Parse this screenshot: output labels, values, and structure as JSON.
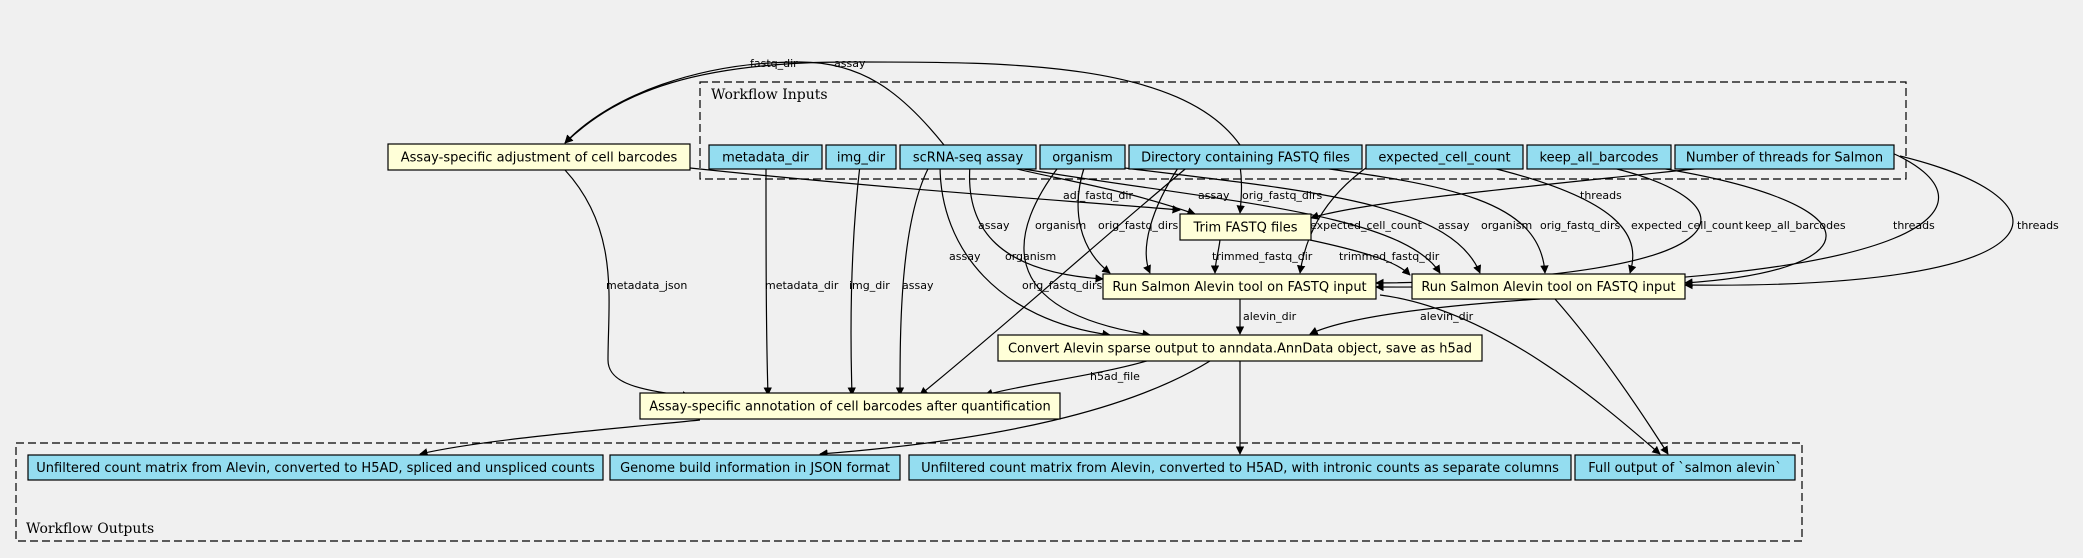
{
  "colors": {
    "background": "#f0f0f0",
    "io_node": "#94ddf0",
    "step_node": "#ffffd8",
    "stroke": "#000000"
  },
  "clusters": {
    "inputs": {
      "label": "Workflow Inputs"
    },
    "outputs": {
      "label": "Workflow Outputs"
    }
  },
  "nodes": {
    "in_metadata_dir": {
      "label": "metadata_dir",
      "kind": "input"
    },
    "in_img_dir": {
      "label": "img_dir",
      "kind": "input"
    },
    "in_assay": {
      "label": "scRNA-seq assay",
      "kind": "input"
    },
    "in_organism": {
      "label": "organism",
      "kind": "input"
    },
    "in_fastq_dir": {
      "label": "Directory containing FASTQ files",
      "kind": "input"
    },
    "in_expected_cell_count": {
      "label": "expected_cell_count",
      "kind": "input"
    },
    "in_keep_all_barcodes": {
      "label": "keep_all_barcodes",
      "kind": "input"
    },
    "in_threads": {
      "label": "Number of threads for Salmon",
      "kind": "input"
    },
    "step_adjust_barcodes": {
      "label": "Assay-specific adjustment of cell barcodes",
      "kind": "step"
    },
    "step_trim_fastq": {
      "label": "Trim FASTQ files",
      "kind": "step"
    },
    "step_salmon_1": {
      "label": "Run Salmon Alevin tool on FASTQ input",
      "kind": "step"
    },
    "step_salmon_2": {
      "label": "Run Salmon Alevin tool on FASTQ input",
      "kind": "step"
    },
    "step_convert": {
      "label": "Convert Alevin sparse output to anndata.AnnData object, save as h5ad",
      "kind": "step"
    },
    "step_annotate": {
      "label": "Assay-specific annotation of cell barcodes after quantification",
      "kind": "step"
    },
    "out_unfiltered_spliced": {
      "label": "Unfiltered count matrix from Alevin, converted to H5AD, spliced and unspliced counts",
      "kind": "output"
    },
    "out_genome_build": {
      "label": "Genome build information in JSON format",
      "kind": "output"
    },
    "out_unfiltered_intronic": {
      "label": "Unfiltered count matrix from Alevin, converted to H5AD, with intronic counts as separate columns",
      "kind": "output"
    },
    "out_salmon_full": {
      "label": "Full output of `salmon alevin`",
      "kind": "output"
    }
  },
  "edges": [
    {
      "id": "e1",
      "from": "in_fastq_dir",
      "to": "step_adjust_barcodes",
      "label": "fastq_dir"
    },
    {
      "id": "e2",
      "from": "in_assay",
      "to": "step_adjust_barcodes",
      "label": "assay"
    },
    {
      "id": "e3",
      "from": "step_adjust_barcodes",
      "to": "step_trim_fastq",
      "label": "adj_fastq_dir"
    },
    {
      "id": "e4",
      "from": "in_assay",
      "to": "step_trim_fastq",
      "label": "assay"
    },
    {
      "id": "e5",
      "from": "in_fastq_dir",
      "to": "step_trim_fastq",
      "label": "orig_fastq_dirs"
    },
    {
      "id": "e6",
      "from": "in_threads",
      "to": "step_trim_fastq",
      "label": "threads"
    },
    {
      "id": "e7",
      "from": "in_assay",
      "to": "step_salmon_1",
      "label": "assay"
    },
    {
      "id": "e8",
      "from": "in_organism",
      "to": "step_salmon_1",
      "label": "organism"
    },
    {
      "id": "e9",
      "from": "in_fastq_dir",
      "to": "step_salmon_1",
      "label": "orig_fastq_dirs"
    },
    {
      "id": "e10",
      "from": "step_trim_fastq",
      "to": "step_salmon_1",
      "label": "trimmed_fastq_dir"
    },
    {
      "id": "e11",
      "from": "in_expected_cell_count",
      "to": "step_salmon_1",
      "label": "expected_cell_count"
    },
    {
      "id": "e12",
      "from": "in_keep_all_barcodes",
      "to": "step_salmon_1",
      "label": "keep_all_barcodes"
    },
    {
      "id": "e13",
      "from": "in_threads",
      "to": "step_salmon_1",
      "label": "threads"
    },
    {
      "id": "e14",
      "from": "in_assay",
      "to": "step_salmon_2",
      "label": "assay"
    },
    {
      "id": "e15",
      "from": "in_organism",
      "to": "step_salmon_2",
      "label": "organism"
    },
    {
      "id": "e16",
      "from": "in_fastq_dir",
      "to": "step_salmon_2",
      "label": "orig_fastq_dirs"
    },
    {
      "id": "e17",
      "from": "step_trim_fastq",
      "to": "step_salmon_2",
      "label": "trimmed_fastq_dir"
    },
    {
      "id": "e18",
      "from": "in_expected_cell_count",
      "to": "step_salmon_2",
      "label": "expected_cell_count"
    },
    {
      "id": "e19",
      "from": "in_keep_all_barcodes",
      "to": "step_salmon_2",
      "label": "keep_all_barcodes"
    },
    {
      "id": "e20",
      "from": "in_threads",
      "to": "step_salmon_2",
      "label": "threads"
    },
    {
      "id": "e21",
      "from": "in_assay",
      "to": "step_convert",
      "label": "assay"
    },
    {
      "id": "e22",
      "from": "in_organism",
      "to": "step_convert",
      "label": "organism"
    },
    {
      "id": "e23",
      "from": "step_salmon_1",
      "to": "step_convert",
      "label": "alevin_dir"
    },
    {
      "id": "e24",
      "from": "step_salmon_2",
      "to": "step_convert",
      "label": "alevin_dir"
    },
    {
      "id": "e25",
      "from": "step_adjust_barcodes",
      "to": "step_annotate",
      "label": "metadata_json"
    },
    {
      "id": "e26",
      "from": "in_metadata_dir",
      "to": "step_annotate",
      "label": "metadata_dir"
    },
    {
      "id": "e27",
      "from": "in_img_dir",
      "to": "step_annotate",
      "label": "img_dir"
    },
    {
      "id": "e28",
      "from": "in_assay",
      "to": "step_annotate",
      "label": "assay"
    },
    {
      "id": "e29",
      "from": "in_fastq_dir",
      "to": "step_annotate",
      "label": "orig_fastq_dirs"
    },
    {
      "id": "e30",
      "from": "step_convert",
      "to": "step_annotate",
      "label": "h5ad_file"
    },
    {
      "id": "e31",
      "from": "step_annotate",
      "to": "out_unfiltered_spliced",
      "label": ""
    },
    {
      "id": "e32",
      "from": "step_convert",
      "to": "out_genome_build",
      "label": ""
    },
    {
      "id": "e33",
      "from": "step_convert",
      "to": "out_unfiltered_intronic",
      "label": ""
    },
    {
      "id": "e34",
      "from": "step_salmon_1",
      "to": "out_salmon_full",
      "label": ""
    },
    {
      "id": "e35",
      "from": "step_salmon_2",
      "to": "out_salmon_full",
      "label": ""
    }
  ]
}
